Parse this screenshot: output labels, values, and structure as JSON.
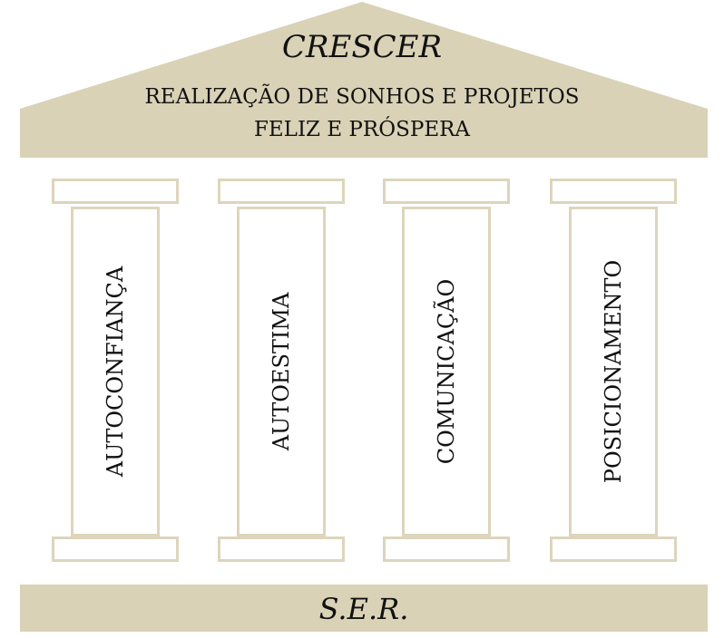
{
  "colors": {
    "beige": "#d9d2b6",
    "outline": "#ddd5bc",
    "text": "#111111"
  },
  "roof": {
    "title": "CRESCER",
    "line1": "REALIZAÇÃO DE SONHOS E PROJETOS",
    "line2": "FELIZ E PRÓSPERA"
  },
  "pillars": [
    {
      "label": "AUTOCONFIANÇA"
    },
    {
      "label": "AUTOESTIMA"
    },
    {
      "label": "COMUNICAÇÃO"
    },
    {
      "label": "POSICIONAMENTO"
    }
  ],
  "base": {
    "label": "S.E.R."
  }
}
